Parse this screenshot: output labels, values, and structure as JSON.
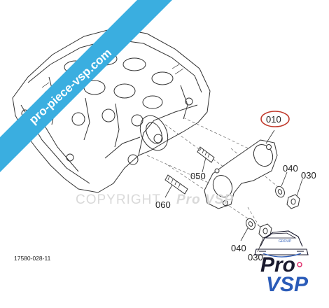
{
  "diagram": {
    "parts": [
      {
        "code": "010",
        "highlighted": true
      },
      {
        "code": "040"
      },
      {
        "code": "030"
      },
      {
        "code": "050"
      },
      {
        "code": "060"
      },
      {
        "code": "040"
      },
      {
        "code": "030"
      }
    ],
    "reference": "17580-028-11",
    "watermark": {
      "copyright": "COPYRIGHT",
      "brand": "Pro VSP"
    },
    "highlight_color": "#c0392b"
  },
  "banner": {
    "text": "pro-piece-vsp.com",
    "color": "#3aaee0"
  },
  "logo": {
    "group": "GROUP",
    "pro": "Pro",
    "vsp": "VSP",
    "colors": {
      "primary": "#1a1a2e",
      "accent": "#2a5bb8",
      "dot": "#e0306e"
    }
  }
}
